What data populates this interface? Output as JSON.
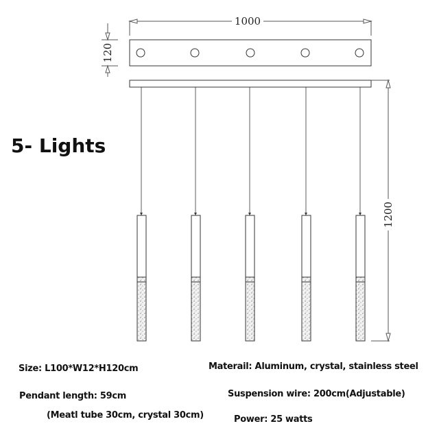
{
  "title": "5- Lights",
  "dimensions": {
    "length": "1000",
    "width": "120",
    "height": "1200"
  },
  "pendant_count": 5,
  "specs": {
    "size": "Size: L100*W12*H120cm",
    "material": "Materail: Aluminum, crystal, stainless steel",
    "pendant_length": "Pendant length: 59cm",
    "suspension_wire": "Suspension wire: 200cm(Adjustable)",
    "pendant_detail": "(Meatl tube 30cm, crystal 30cm)",
    "power": "Power: 25 watts"
  },
  "colors": {
    "line": "#333333",
    "dim_line": "#555555",
    "crystal_fill": "#e6e6e6"
  }
}
